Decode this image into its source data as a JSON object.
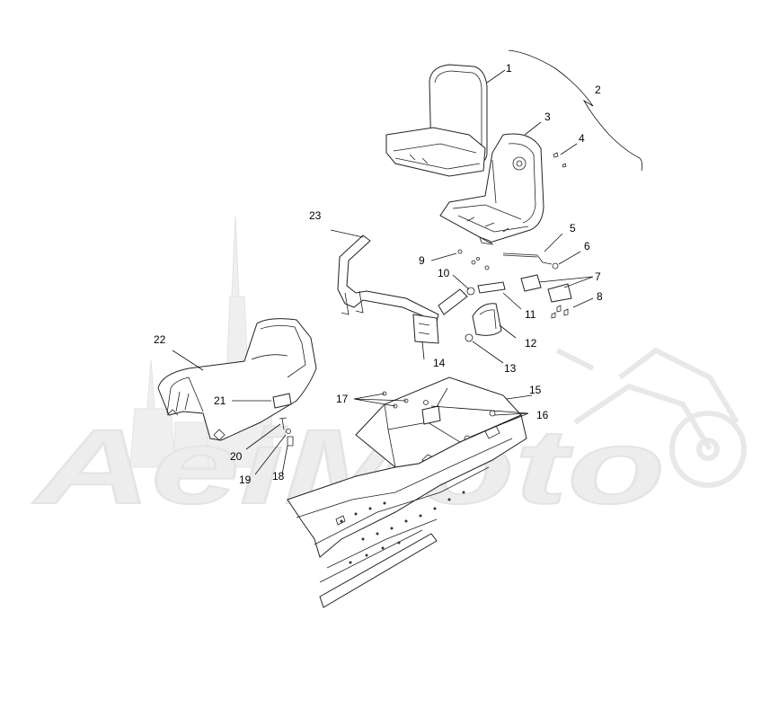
{
  "watermark": {
    "text": "AeiMoto",
    "color": "#e6e6e6"
  },
  "callouts": [
    {
      "id": 1,
      "label": "1"
    },
    {
      "id": 2,
      "label": "2"
    },
    {
      "id": 3,
      "label": "3"
    },
    {
      "id": 4,
      "label": "4"
    },
    {
      "id": 5,
      "label": "5"
    },
    {
      "id": 6,
      "label": "6"
    },
    {
      "id": 7,
      "label": "7"
    },
    {
      "id": 8,
      "label": "8"
    },
    {
      "id": 9,
      "label": "9"
    },
    {
      "id": 10,
      "label": "10"
    },
    {
      "id": 11,
      "label": "11"
    },
    {
      "id": 12,
      "label": "12"
    },
    {
      "id": 13,
      "label": "13"
    },
    {
      "id": 14,
      "label": "14"
    },
    {
      "id": 15,
      "label": "15"
    },
    {
      "id": 16,
      "label": "16"
    },
    {
      "id": 17,
      "label": "17"
    },
    {
      "id": 18,
      "label": "18"
    },
    {
      "id": 19,
      "label": "19"
    },
    {
      "id": 20,
      "label": "20"
    },
    {
      "id": 21,
      "label": "21"
    },
    {
      "id": 22,
      "label": "22"
    },
    {
      "id": 23,
      "label": "23"
    }
  ]
}
